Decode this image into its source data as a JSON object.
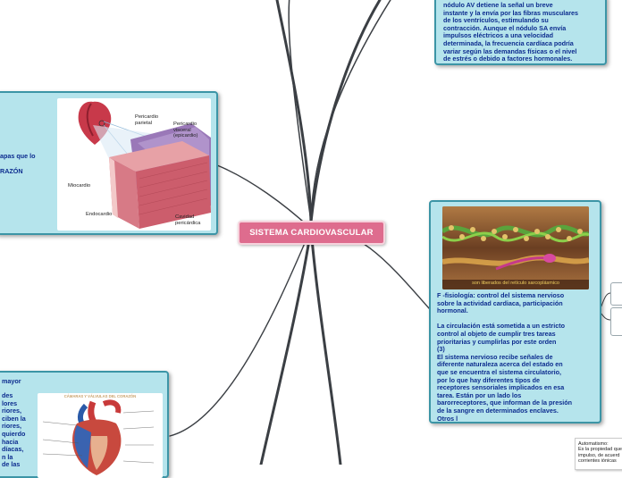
{
  "central": {
    "title": "SISTEMA CARDIOVASCULAR"
  },
  "top_right_node": {
    "text": "nódulo AV detiene la señal un breve\ninstante y la envía por las fibras musculares\nde los ventrículos, estimulando su\ncontracción. Aunque el nódulo SA envía\nimpulsos eléctricos a una velocidad\ndeterminada, la frecuencia cardíaca podría\nvariar según las demandas físicas o el nivel\nde estrés o debido a factores hormonales."
  },
  "left_node": {
    "text": "apas que lo\n\nRAZÓN",
    "image": {
      "labels": {
        "pericardio_parietal": "Pericardio\nparietal",
        "pericardio_visceral": "Pericardio\nvisceral\n(epicardio)",
        "miocardio": "Miocardio",
        "endocardio": "Endocardio",
        "cavidad": "Cavidad\npericárdica"
      }
    }
  },
  "right_node": {
    "image_caption": "son liberados del retículo sarcoplásmico",
    "text": "F -fisiología: control del sistema nervioso\nsobre la actividad cardiaca, participación\nhormonal.\n\nLa circulación está sometida a un estricto\ncontrol al objeto de cumplir tres tareas\nprioritarias y cumplirlas por este orden\n(3)\nEl sistema nervioso recibe señales de\ndiferente naturaleza acerca del estado en\nque se encuentra el sistema circulatorio,\npor lo que hay diferentes tipos de\nreceptores sensoriales implicados en esa\ntarea. Están por un lado los\nbarorreceptores, que informan de la presión\nde la sangre en determinados enclaves.\nOtros l"
  },
  "bottom_left_node": {
    "heading": "mayor",
    "text": "des\nlores\nriores,\nciben la\nriores,\nquierdo\nhacia\ndíacas,\nn la\nde las",
    "image": {
      "title": "CÁMARAS Y VÁLVULAS DEL CORAZÓN"
    }
  },
  "note": {
    "text": "Automatismo:\nEs la propiedad que\nimpulso, de acuerd\ncorrientes iónicas"
  },
  "colors": {
    "node_fill": "#b5e4ec",
    "node_border": "#3c95a6",
    "node_text": "#0d2d8f",
    "central_fill": "#de6c8e",
    "branch": "#3b3f44"
  }
}
